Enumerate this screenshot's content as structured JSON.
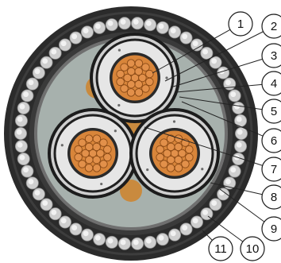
{
  "callouts": [
    {
      "label": "1"
    },
    {
      "label": "2"
    },
    {
      "label": "3"
    },
    {
      "label": "4"
    },
    {
      "label": "5"
    },
    {
      "label": "6"
    },
    {
      "label": "7"
    },
    {
      "label": "8"
    },
    {
      "label": "9"
    },
    {
      "label": "10"
    },
    {
      "label": "11"
    }
  ],
  "colors": {
    "outer_sheath": "#2b2b2b",
    "armour_wire": "#cfcfcf",
    "bedding": "#6f6f6f",
    "filler": "#a7b1ad",
    "insulation": "#1c1c1c",
    "insulation_screen": "#e6e6e6",
    "conductor": "#d8853a",
    "copper_tape_gap": "#c98a3e",
    "callout_stroke": "#1a1a1a"
  }
}
